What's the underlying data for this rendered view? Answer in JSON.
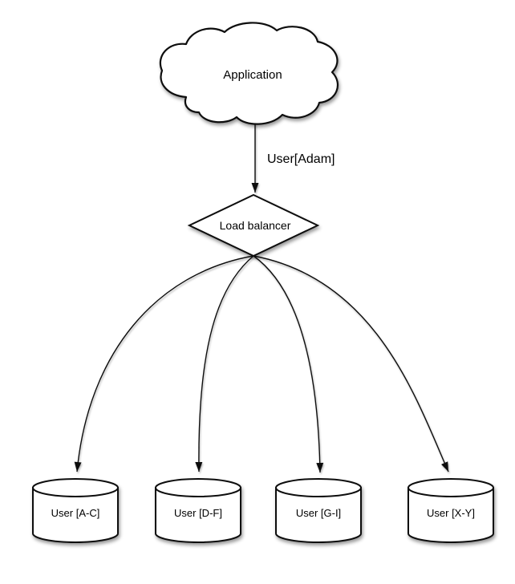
{
  "diagram": {
    "nodes": {
      "application": {
        "label": "Application",
        "shape": "cloud"
      },
      "load_balancer": {
        "label": "Load balancer",
        "shape": "diamond"
      },
      "shards": [
        {
          "label": "User [A-C]",
          "shape": "database"
        },
        {
          "label": "User [D-F]",
          "shape": "database"
        },
        {
          "label": "User [G-I]",
          "shape": "database"
        },
        {
          "label": "User [X-Y]",
          "shape": "database"
        }
      ]
    },
    "edges": {
      "app_to_lb": {
        "label": "User[Adam]"
      }
    },
    "colors": {
      "stroke": "#111111",
      "fill": "#ffffff",
      "text": "#000000",
      "background": "#ffffff"
    }
  }
}
